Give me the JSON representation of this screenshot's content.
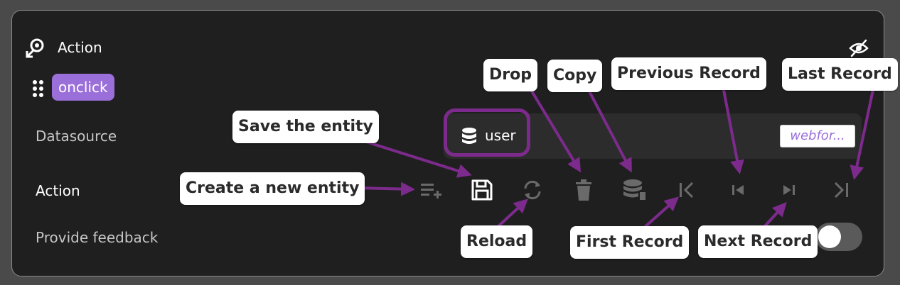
{
  "header": {
    "title": "Action"
  },
  "event": {
    "label": "onclick"
  },
  "rows": {
    "datasource_label": "Datasource",
    "action_label": "Action",
    "feedback_label": "Provide feedback"
  },
  "datasource": {
    "value": "user",
    "tag": "webfor..."
  },
  "toolbar": {
    "icons": [
      "add-entity-icon",
      "save-icon",
      "reload-icon",
      "drop-icon",
      "copy-icon",
      "first-record-icon",
      "previous-record-icon",
      "next-record-icon",
      "last-record-icon"
    ]
  },
  "callouts": {
    "save": "Save the entity",
    "create": "Create a new entity",
    "drop": "Drop",
    "copy": "Copy",
    "previous": "Previous Record",
    "last": "Last Record",
    "reload": "Reload",
    "first": "First Record",
    "next": "Next Record"
  },
  "colors": {
    "accent": "#9b6fd9",
    "annotation": "#7c2b8c",
    "panel": "#1f1f1f"
  }
}
